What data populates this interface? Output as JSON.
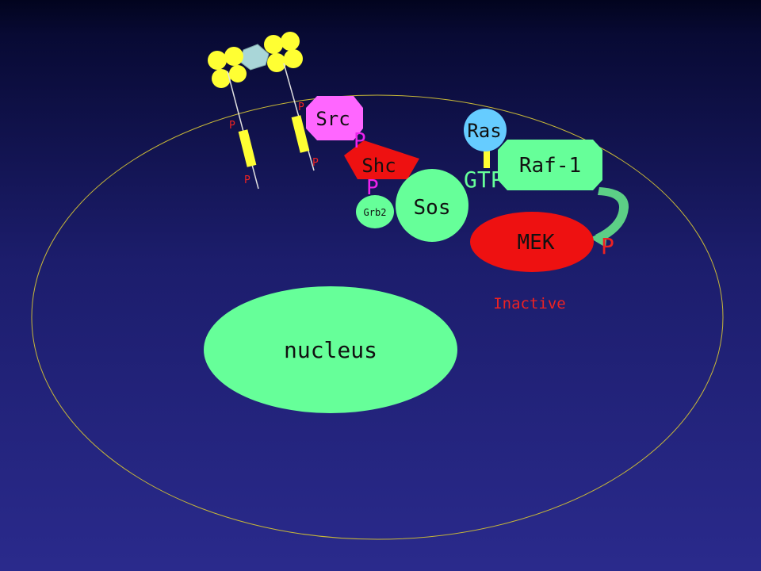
{
  "colors": {
    "membrane": "#c8b838",
    "green": "#66ff99",
    "yellow": "#ffff33",
    "src_pink": "#ff66ff",
    "shc_red": "#ee1111",
    "ras_blue": "#66ccff",
    "mek_red": "#ee1111",
    "phospho_red": "#ee2222",
    "phospho_magenta": "#ee22ee",
    "dark_text": "#111111",
    "inactive_red": "#ee2222"
  },
  "labels": {
    "src": "Src",
    "shc": "Shc",
    "ras": "Ras",
    "raf": "Raf-1",
    "gtp": "GTP",
    "sos": "Sos",
    "grb2": "Grb2",
    "mek": "MEK",
    "nucleus": "nucleus",
    "inactive": "Inactive",
    "p": "P"
  }
}
